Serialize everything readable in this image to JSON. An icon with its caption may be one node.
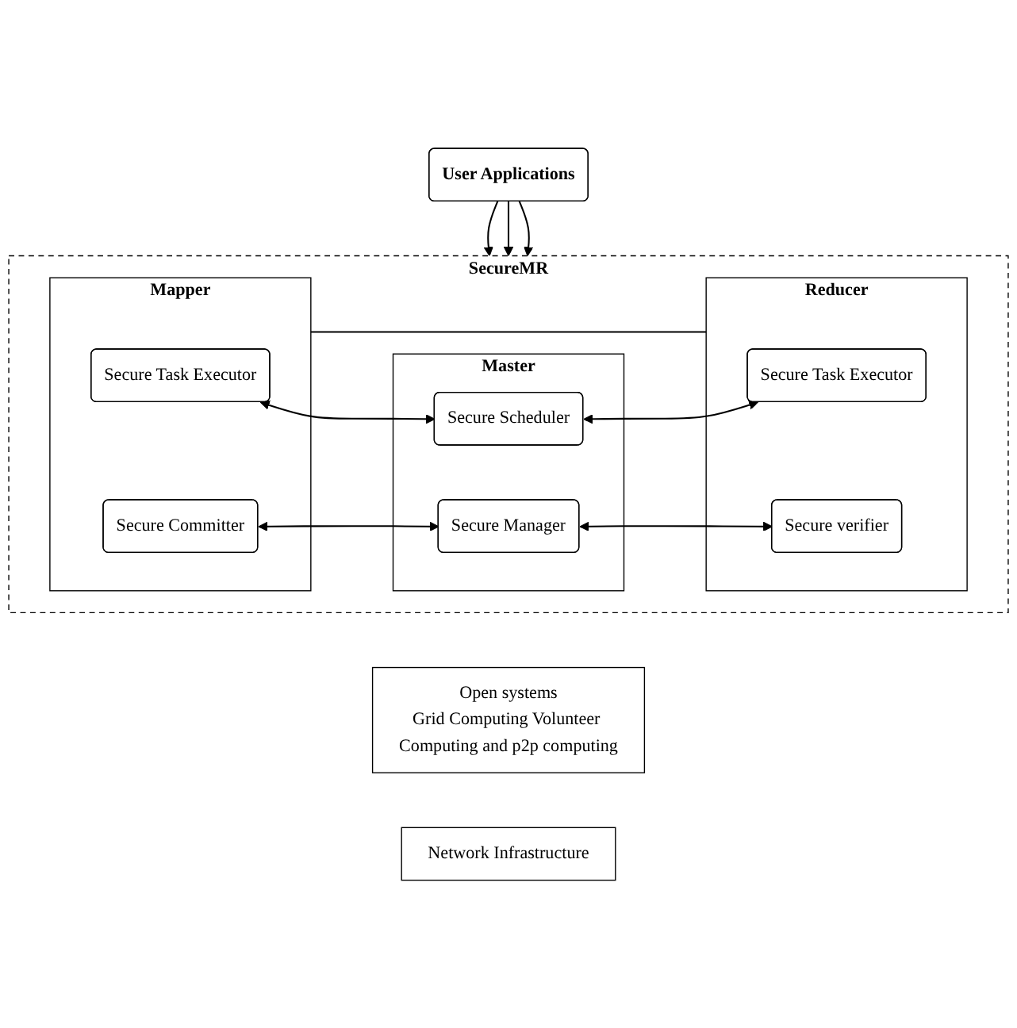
{
  "diagram": {
    "nodes": [
      {
        "text": [
          "User Applications"
        ]
      },
      {
        "text": [
          "SecureMR"
        ]
      },
      {
        "text": [
          "Mapper"
        ],
        "in": 1
      },
      {
        "text": [
          "Secure Task Executor"
        ],
        "in": 2
      },
      {
        "text": [
          "Secure Committer"
        ],
        "in": 2
      },
      {
        "text": [
          "Master"
        ],
        "in": 1
      },
      {
        "text": [
          "Secure Scheduler"
        ],
        "in": 5
      },
      {
        "text": [
          "Secure Manager"
        ],
        "in": 5
      },
      {
        "text": [
          "Reducer"
        ],
        "in": 1
      },
      {
        "text": [
          "Secure Task Executor"
        ],
        "in": 8
      },
      {
        "text": [
          "Secure verifier"
        ],
        "in": 8
      },
      {
        "text": [
          "Open systems",
          "Grid Computing Volunteer Computing and p2p computing"
        ]
      },
      {
        "text": [
          "Network Infrastructure"
        ]
      }
    ],
    "edges": [
      {
        "from": 0,
        "to": 1,
        "arrow": "to"
      },
      {
        "from": 0,
        "to": 1,
        "arrow": "to"
      },
      {
        "from": 0,
        "to": 1,
        "arrow": "to"
      },
      {
        "from": 3,
        "to": 6,
        "arrow": "both"
      },
      {
        "from": 6,
        "to": 9,
        "arrow": "both"
      },
      {
        "from": 4,
        "to": 7,
        "arrow": "both"
      },
      {
        "from": 7,
        "to": 10,
        "arrow": "both"
      },
      {
        "from": 2,
        "to": 8,
        "arrow": "none"
      }
    ]
  }
}
